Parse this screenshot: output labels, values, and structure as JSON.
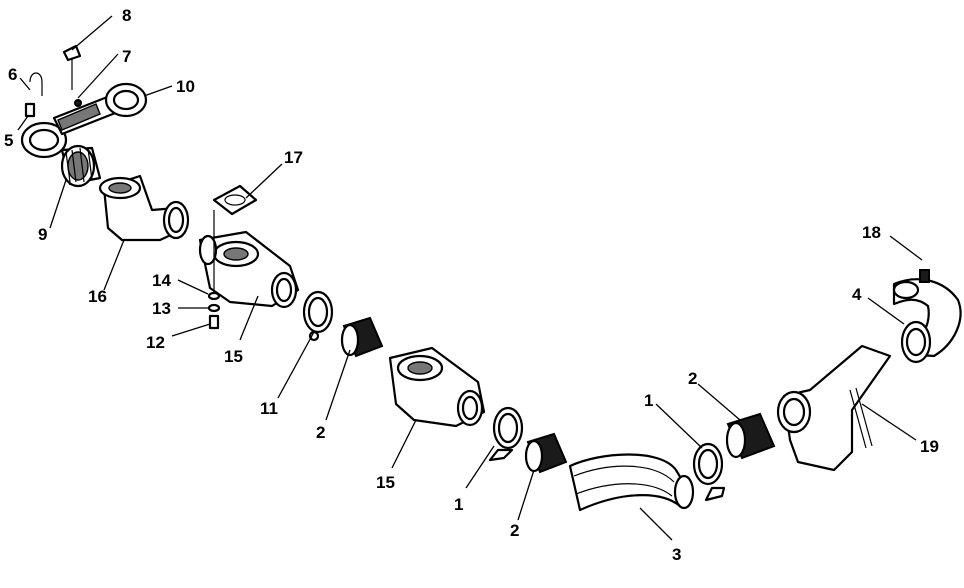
{
  "callouts": [
    {
      "id": "c1a",
      "label": "1"
    },
    {
      "id": "c1b",
      "label": "1"
    },
    {
      "id": "c2a",
      "label": "2"
    },
    {
      "id": "c2b",
      "label": "2"
    },
    {
      "id": "c2c",
      "label": "2"
    },
    {
      "id": "c3",
      "label": "3"
    },
    {
      "id": "c4",
      "label": "4"
    },
    {
      "id": "c5",
      "label": "5"
    },
    {
      "id": "c6",
      "label": "6"
    },
    {
      "id": "c7",
      "label": "7"
    },
    {
      "id": "c8",
      "label": "8"
    },
    {
      "id": "c9",
      "label": "9"
    },
    {
      "id": "c10",
      "label": "10"
    },
    {
      "id": "c11",
      "label": "11"
    },
    {
      "id": "c12",
      "label": "12"
    },
    {
      "id": "c13",
      "label": "13"
    },
    {
      "id": "c14",
      "label": "14"
    },
    {
      "id": "c15a",
      "label": "15"
    },
    {
      "id": "c15b",
      "label": "15"
    },
    {
      "id": "c16",
      "label": "16"
    },
    {
      "id": "c17",
      "label": "17"
    },
    {
      "id": "c18",
      "label": "18"
    },
    {
      "id": "c19",
      "label": "19"
    }
  ]
}
